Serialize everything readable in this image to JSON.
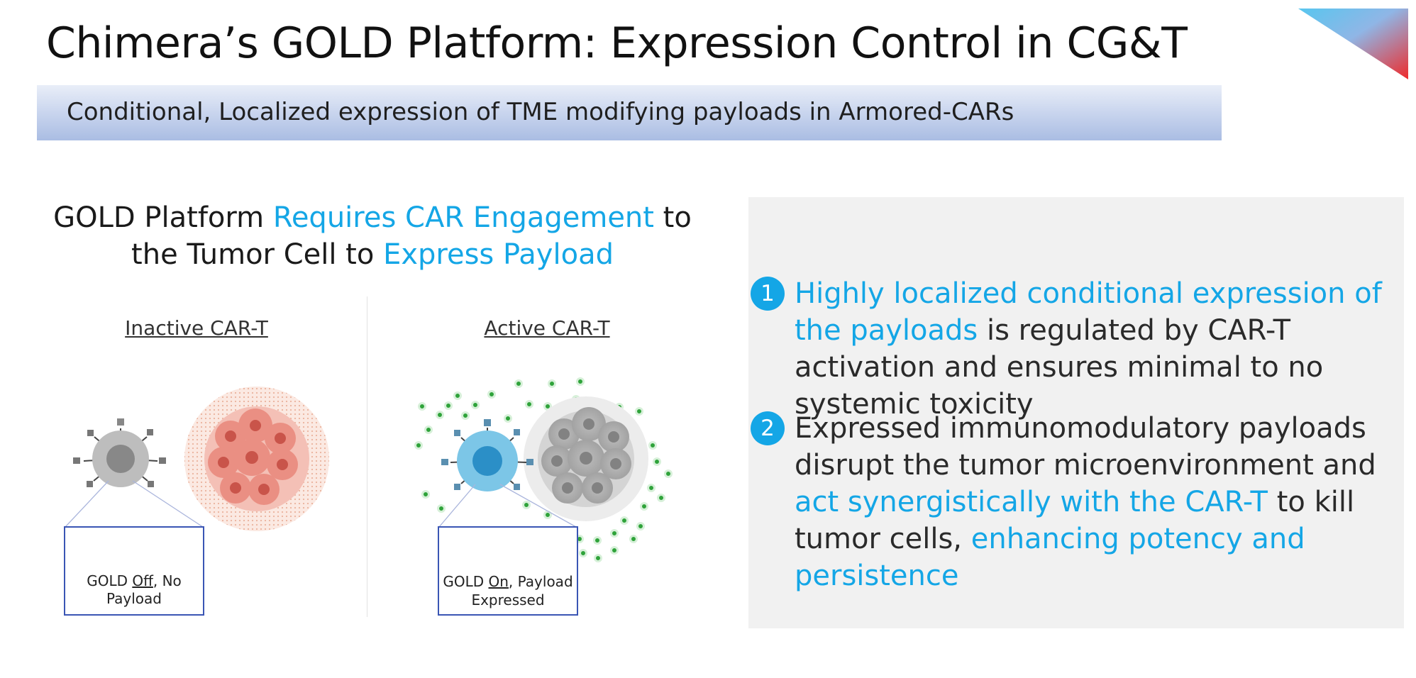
{
  "title": "Chimera’s GOLD Platform: Expression Control in CG&T",
  "banner": "Conditional, Localized expression of TME modifying payloads in Armored-CARs",
  "left": {
    "heading_line1": {
      "a": "GOLD Platform ",
      "b": "Requires CAR Engagement",
      "c": " to"
    },
    "heading_line2": {
      "a": "the Tumor Cell to ",
      "b": "Express Payload"
    },
    "inactive": {
      "label": "Inactive CAR-T",
      "callout": {
        "a": "GOLD ",
        "b": "Off",
        "c": ", No",
        "d": "Payload"
      }
    },
    "active": {
      "label": "Active CAR-T",
      "callout": {
        "a": "GOLD ",
        "b": "On",
        "c": ", Payload",
        "d": "Expressed"
      }
    }
  },
  "points": [
    {
      "number": "1",
      "p1": "Highly localized conditional expression of the payloads",
      "p2": " is regulated by CAR-T activation and ensures minimal to no systemic toxicity"
    },
    {
      "number": "2",
      "p1": "Expressed immunomodulatory payloads disrupt the tumor microenvironment and ",
      "p2": "act synergistically with the CAR-T",
      "p3": " to kill tumor cells, ",
      "p4": "enhancing potency and persistence"
    }
  ],
  "colors": {
    "accent": "#14a6e6",
    "callout_border": "#3a55b4",
    "tumor_active": "#e8857c",
    "tumor_inactive": "#9a9a9a",
    "payload_dot": "#2fa33a",
    "payload_gene": "#f2b705"
  }
}
